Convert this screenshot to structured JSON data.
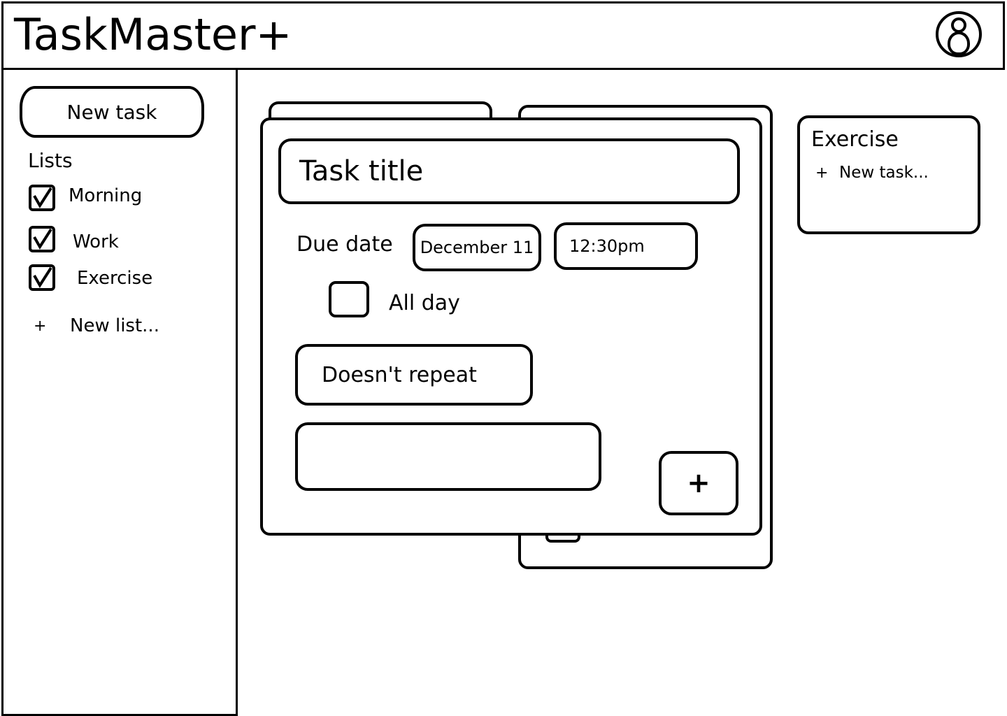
{
  "header": {
    "app_title": "TaskMaster+",
    "avatar_icon": "user-avatar-icon"
  },
  "sidebar": {
    "new_task_label": "New task",
    "lists_heading": "Lists",
    "lists": [
      {
        "label": "Morning",
        "checked": true
      },
      {
        "label": "Work",
        "checked": true
      },
      {
        "label": "Exercise",
        "checked": true
      }
    ],
    "new_list_plus": "+",
    "new_list_label": "New list..."
  },
  "task_editor": {
    "title_placeholder": "Task title",
    "due_date_label": "Due date",
    "due_date_value": "December 11",
    "due_time_value": "12:30pm",
    "all_day_label": "All day",
    "all_day_checked": false,
    "repeat_value": "Doesn't repeat",
    "notes_value": "",
    "add_button_label": "+"
  },
  "exercise_panel": {
    "title": "Exercise",
    "new_task_plus": "+",
    "new_task_label": "New task..."
  }
}
